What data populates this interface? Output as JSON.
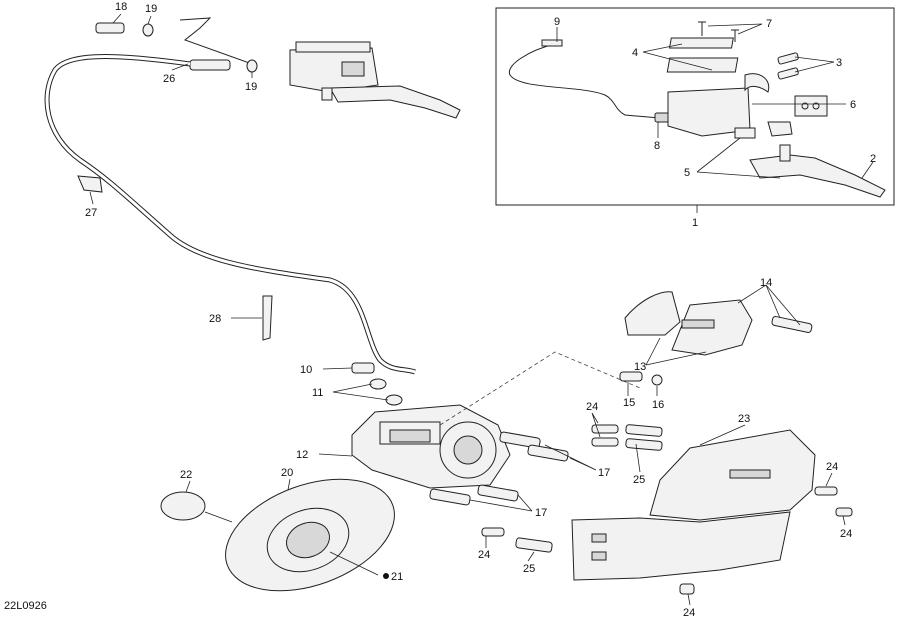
{
  "diagram": {
    "drawing_ref": "22L0926",
    "callouts": {
      "c1": "1",
      "c2": "2",
      "c3": "3",
      "c4": "4",
      "c5": "5",
      "c6": "6",
      "c7": "7",
      "c8": "8",
      "c9": "9",
      "c10": "10",
      "c11": "11",
      "c12": "12",
      "c13": "13",
      "c14": "14",
      "c15": "15",
      "c16": "16",
      "c17a": "17",
      "c17b": "17",
      "c18": "18",
      "c19a": "19",
      "c19b": "19",
      "c20": "20",
      "c21": "21",
      "c22": "22",
      "c23": "23",
      "c24a": "24",
      "c24b": "24",
      "c24c": "24",
      "c24d": "24",
      "c24e": "24",
      "c25a": "25",
      "c25b": "25",
      "c26": "26",
      "c27": "27",
      "c28": "28"
    }
  }
}
